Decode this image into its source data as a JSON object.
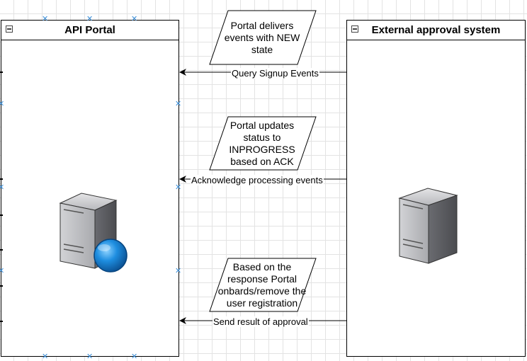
{
  "pools": {
    "api_portal": {
      "title": "API Portal"
    },
    "external": {
      "title": "External approval system"
    }
  },
  "notes": [
    {
      "text": "Portal delivers events with NEW state"
    },
    {
      "text": "Portal updates status to INPROGRESS based on ACK"
    },
    {
      "text": "Based on the response Portal onbards/remove the user registration"
    }
  ],
  "messages": [
    {
      "label": "Query Signup Events"
    },
    {
      "label": "Acknowledge processing events"
    },
    {
      "label": "Send result of approval"
    }
  ],
  "icons": {
    "portal_server": "web-server-icon",
    "external_server": "server-icon"
  },
  "colors": {
    "selection_handle": "#3b8ed8",
    "globe": "#1e7fd0"
  }
}
